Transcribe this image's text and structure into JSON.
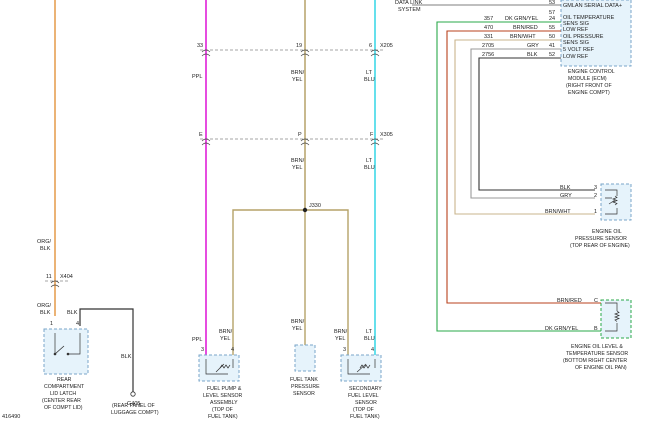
{
  "ecm": {
    "top_lines": [
      "DATA LINK",
      "SYSTEM"
    ],
    "gmlan": "GMLAN SERIAL DATA+",
    "pin_top": "53",
    "pin_57": "57",
    "circuits": [
      {
        "circuit": "357",
        "color": "DK GRN/YEL",
        "pin": "24",
        "label": "OIL TEMPERATURE SENS SIG",
        "label_1": "OIL TEMPERATURE",
        "label_2": "SENS SIG"
      },
      {
        "circuit": "470",
        "color": "BRN/RED",
        "pin": "55",
        "label_1": "LOW REF"
      },
      {
        "circuit": "331",
        "color": "BRN/WHT",
        "pin": "50",
        "label_1": "OIL PRESSURE",
        "label_2": "SENS SIG"
      },
      {
        "circuit": "2705",
        "color": "GRY",
        "pin": "41",
        "label_1": "5 VOLT REF"
      },
      {
        "circuit": "2756",
        "color": "BLK",
        "pin": "52",
        "label_1": "LOW REF"
      }
    ],
    "caption": [
      "ENGINE CONTROL",
      "MODULE (ECM)",
      "(RIGHT FRONT OF",
      "ENGINE COMPT)"
    ]
  },
  "pressure_sensor": {
    "wires": [
      {
        "color": "BLK",
        "pin": "3"
      },
      {
        "color": "GRY",
        "pin": "2"
      },
      {
        "color": "BRN/WHT",
        "pin": "1"
      }
    ],
    "caption": [
      "ENGINE OIL",
      "PRESSURE SENSOR",
      "(TOP REAR OF ENGINE)"
    ]
  },
  "oil_level_sensor": {
    "wires": [
      {
        "color": "BRN/RED",
        "pin": "C"
      },
      {
        "color": "DK GRN/YEL",
        "pin": "B"
      }
    ],
    "caption": [
      "ENGINE OIL LEVEL &",
      "TEMPERATURE SENSOR",
      "(BOTTOM RIGHT CENTER",
      "OF ENGINE OIL PAN)"
    ]
  },
  "connectors": {
    "x205": {
      "name": "X205",
      "pins": [
        "33",
        "19",
        "6"
      ]
    },
    "x305": {
      "name": "X305",
      "pins": [
        "E",
        "P",
        "F"
      ]
    },
    "x404": {
      "name": "X404",
      "pin": "11"
    }
  },
  "wires": {
    "ppl": "PPL",
    "brn_yel_1": "BRN/",
    "brn_yel_2": "YEL",
    "lt_blu_1": "LT",
    "lt_blu_2": "BLU",
    "org_blk_1": "ORG/",
    "org_blk_2": "BLK",
    "blk": "BLK"
  },
  "splice": "J330",
  "fuel_pump": {
    "pins": [
      "3",
      "4"
    ],
    "caption": [
      "FUEL PUMP &",
      "LEVEL SENSOR",
      "ASSEMBLY",
      "(TOP OF",
      "FUEL TANK)"
    ]
  },
  "fuel_pressure": {
    "caption": [
      "FUEL TANK",
      "PRESSURE",
      "SENSOR"
    ]
  },
  "secondary_sensor": {
    "pins": [
      "3",
      "4"
    ],
    "caption": [
      "SECONDARY",
      "FUEL LEVEL",
      "SENSOR",
      "(TOP OF",
      "FUEL TANK)"
    ]
  },
  "latch": {
    "pins": [
      "1",
      "4"
    ],
    "caption": [
      "REAR",
      "COMPARTMENT",
      "LID LATCH",
      "(CENTER REAR",
      "OF COMPT LID)"
    ]
  },
  "ground": {
    "name": "G405",
    "caption": [
      "(REAR PANEL OF",
      "LUGGAGE COMPT)"
    ]
  },
  "figure_id": "416490",
  "colors": {
    "orange": "#e08a2c",
    "magenta": "#e01fd8",
    "tan": "#b5a268",
    "cyan": "#3fd9e8",
    "green": "#2aa84a",
    "gray": "#9a9a9a",
    "brown_red": "#b8421d",
    "brown_white": "#c9b58c",
    "black": "#222222"
  }
}
